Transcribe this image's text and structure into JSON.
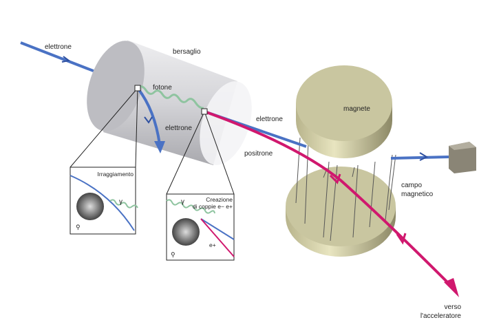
{
  "labels": {
    "electron_in": "elettrone",
    "target": "bersaglio",
    "photon": "fotone",
    "electron_deflected": "elettrone",
    "electron_out": "elettrone",
    "positron": "positrone",
    "magnet": "magnete",
    "field_line1": "campo",
    "field_line2": "magnetico",
    "dest_line1": "verso",
    "dest_line2": "l'acceleratore"
  },
  "inset_radiation": {
    "title": "Irraggiamento",
    "gamma": "γ"
  },
  "inset_pair": {
    "title_line1": "Creazione",
    "title_line2": "di coppie e− e+",
    "gamma": "γ",
    "positron": "e+"
  },
  "colors": {
    "electron": "#4a72c4",
    "positron": "#d0186e",
    "photon": "#8fc4a0",
    "magnet": "#c9c6a0",
    "target": "#d8d8da"
  }
}
